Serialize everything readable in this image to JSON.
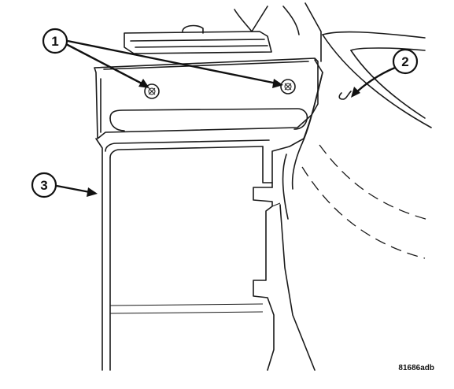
{
  "callouts": [
    {
      "id": "callout-1",
      "label": "1"
    },
    {
      "id": "callout-2",
      "label": "2"
    },
    {
      "id": "callout-3",
      "label": "3"
    }
  ],
  "figure_id": "81686adb"
}
